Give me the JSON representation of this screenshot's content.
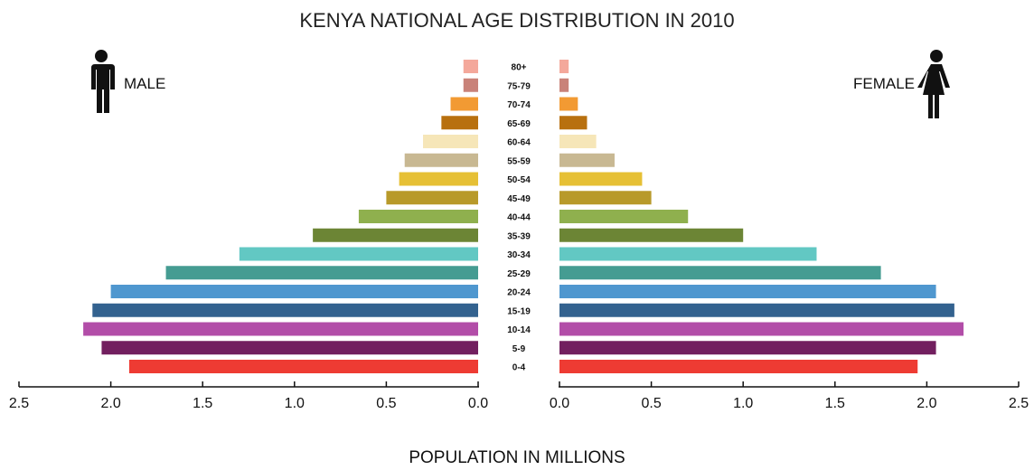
{
  "chart_data": {
    "type": "bar",
    "orientation": "horizontal",
    "title": "KENYA NATIONAL AGE DISTRIBUTION IN 2010",
    "xlabel": "POPULATION IN MILLIONS",
    "xlim": [
      0,
      2.5
    ],
    "x_ticks": [
      "2.5",
      "2.0",
      "1.5",
      "1.0",
      "0.5",
      "0.0"
    ],
    "x_ticks_right": [
      "0.0",
      "0.5",
      "1.0",
      "1.5",
      "2.0",
      "2.5"
    ],
    "categories": [
      "80+",
      "75-79",
      "70-74",
      "65-69",
      "60-64",
      "55-59",
      "50-54",
      "45-49",
      "40-44",
      "35-39",
      "30-34",
      "25-29",
      "20-24",
      "15-19",
      "10-14",
      "5-9",
      "0-4"
    ],
    "colors": [
      "#f4a89b",
      "#c98279",
      "#f29a33",
      "#b8700f",
      "#f6e6b8",
      "#c8b892",
      "#e6c035",
      "#b89a2a",
      "#8fb04e",
      "#6c8535",
      "#62c8c3",
      "#459c92",
      "#4f97cf",
      "#33628f",
      "#b24da8",
      "#721f5f",
      "#ee3b33"
    ],
    "series": [
      {
        "name": "MALE",
        "values": [
          0.08,
          0.08,
          0.15,
          0.2,
          0.3,
          0.4,
          0.43,
          0.5,
          0.65,
          0.9,
          1.3,
          1.7,
          2.0,
          2.1,
          2.15,
          2.05,
          1.9
        ]
      },
      {
        "name": "FEMALE",
        "values": [
          0.05,
          0.05,
          0.1,
          0.15,
          0.2,
          0.3,
          0.45,
          0.5,
          0.7,
          1.0,
          1.4,
          1.75,
          2.05,
          2.15,
          2.2,
          2.05,
          1.95
        ]
      }
    ],
    "grid": false,
    "legend": "none"
  },
  "icons": {
    "male": "male-figure-icon",
    "female": "female-figure-icon"
  }
}
